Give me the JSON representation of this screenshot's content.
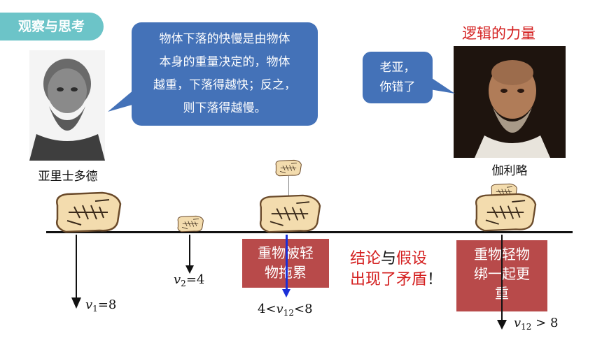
{
  "header": {
    "tag": "观察与思考"
  },
  "aristotle": {
    "name": "亚里士多德",
    "speech": [
      "物体下落的快慢是由物体",
      "本身的重量决定的，物体",
      "越重，下落得越快；反之，",
      "则下落得越慢。"
    ]
  },
  "galileo": {
    "title": "逻辑的力量",
    "name": "伽利略",
    "speech": [
      "老亚，",
      "你错了"
    ]
  },
  "experiment": {
    "heavy": {
      "v_symbol": "v",
      "v_sub": "1",
      "v_value": "=8"
    },
    "light": {
      "v_symbol": "v",
      "v_sub": "2",
      "v_value": "=4"
    },
    "tied_below": {
      "note": [
        "重物被轻",
        "物拖累"
      ],
      "v_prefix": "4<",
      "v_symbol": "v",
      "v_sub": "12",
      "v_suffix": "<8"
    },
    "tied_together": {
      "note": [
        "重物轻物",
        "绑一起更",
        "重"
      ],
      "v_symbol": "v",
      "v_sub": "12",
      "v_suffix": " > 8"
    }
  },
  "conclusion": {
    "line1": {
      "a": "结论",
      "b": "与",
      "c": "假设"
    },
    "line2": {
      "a": "出现了矛盾",
      "b": "！"
    }
  },
  "colors": {
    "accent": "#6cc4c8",
    "bubble": "#4472b8",
    "red_box": "#b84a4a",
    "red_text": "#d42020",
    "stone": "#f3dcae"
  }
}
